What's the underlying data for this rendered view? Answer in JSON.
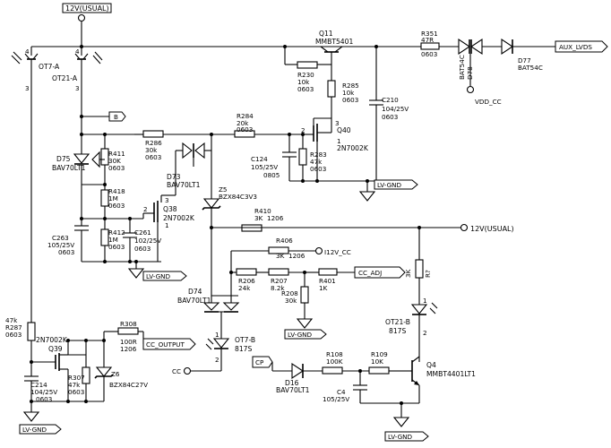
{
  "nets": {
    "top_12v": "12V(USUAL)",
    "right_12v": "12V(USUAL)",
    "aux_lvds": "AUX_LVDS",
    "vdd_cc": "VDD_CC",
    "b": "B",
    "lv_gnd_q40": "LV-GND",
    "lv_gnd_q38": "LV-GND",
    "lv_gnd_r208": "LV-GND",
    "lv_gnd_bottom_left": "LV-GND",
    "lv_gnd_bottom_right": "LV-GND",
    "i12v_cc": "I12V_CC",
    "cc_adj": "CC_ADJ",
    "cc_output": "CC_OUTPUT",
    "cc": "CC",
    "cp": "CP"
  },
  "components": {
    "ot7a": {
      "ref": "OT7-A",
      "pin_c": "4",
      "pin_e": "3"
    },
    "ot21a": {
      "ref": "OT21-A",
      "pin_c": "4",
      "pin_e": "3"
    },
    "q11": {
      "ref": "Q11",
      "value": "MMBT5401"
    },
    "r230": {
      "ref": "R230",
      "value": "10k",
      "pkg": "0603"
    },
    "r285": {
      "ref": "R285",
      "value": "10k",
      "pkg": "0603"
    },
    "c210": {
      "ref": "C210",
      "value": "104/25V",
      "pkg": "0603"
    },
    "r351": {
      "ref": "R351",
      "value": "47R",
      "pkg": "0603"
    },
    "d78": {
      "ref": "D78",
      "value": "BAT54C"
    },
    "d77": {
      "ref": "D77",
      "value": "BAT54C"
    },
    "r284": {
      "ref": "R284",
      "value": "20k",
      "pkg": "0603"
    },
    "q40": {
      "ref": "Q40",
      "value": "2N7002K",
      "pin_g": "2",
      "pin_d": "3",
      "pin_s": "1"
    },
    "c124": {
      "ref": "C124",
      "value": "105/25V",
      "pkg": "0805"
    },
    "r283": {
      "ref": "R283",
      "value": "47k",
      "pkg": "0603"
    },
    "d75": {
      "ref": "D75",
      "value": "BAV70LT1"
    },
    "r411": {
      "ref": "R411",
      "value": "30K",
      "pkg": "0603"
    },
    "r286": {
      "ref": "R286",
      "value": "30k",
      "pkg": "0603"
    },
    "d73": {
      "ref": "D73",
      "value": "BAV70LT1"
    },
    "z5": {
      "ref": "Z5",
      "value": "BZX84C3V3"
    },
    "r418": {
      "ref": "R418",
      "value": "1M",
      "pkg": "0603"
    },
    "q38": {
      "ref": "Q38",
      "value": "2N7002K",
      "pin_g": "2",
      "pin_d": "3",
      "pin_s": "1"
    },
    "c263": {
      "ref": "C263",
      "value": "105/25V",
      "pkg": "0603"
    },
    "r412": {
      "ref": "R412",
      "value": "1M",
      "pkg": "0603"
    },
    "c261": {
      "ref": "C261",
      "value": "102/25V",
      "pkg": "0603"
    },
    "r410": {
      "ref": "R410",
      "value": "3K",
      "pkg": "1206"
    },
    "r406": {
      "ref": "R406",
      "value": "3K",
      "pkg": "1206"
    },
    "r206": {
      "ref": "R206",
      "value": "24k"
    },
    "r207": {
      "ref": "R207",
      "value": "8.2k"
    },
    "r401": {
      "ref": "R401",
      "value": "1K"
    },
    "r208": {
      "ref": "R208",
      "value": "30k"
    },
    "r?": {
      "ref": "R?",
      "value": "3K"
    },
    "d74": {
      "ref": "D74",
      "value": "BAV70LT1"
    },
    "ot7b": {
      "ref": "OT7-B",
      "value": "817S",
      "pin_a": "1",
      "pin_k": "2"
    },
    "ot21b": {
      "ref": "OT21-B",
      "value": "817S",
      "pin_a": "1",
      "pin_k": "2"
    },
    "r287": {
      "ref": "R287",
      "value": "47k",
      "pkg": "0603"
    },
    "q39": {
      "ref": "Q39",
      "value": "2N7002K"
    },
    "r308": {
      "ref": "R308",
      "value": "100R",
      "pkg": "1206"
    },
    "r307": {
      "ref": "R307",
      "value": "47k",
      "pkg": "0603"
    },
    "z6": {
      "ref": "Z6",
      "value": "BZX84C27V"
    },
    "c214": {
      "ref": "C214",
      "value": "104/25V",
      "pkg": "0603"
    },
    "d16": {
      "ref": "D16",
      "value": "BAV70LT1"
    },
    "r108": {
      "ref": "R108",
      "value": "100K"
    },
    "r109": {
      "ref": "R109",
      "value": "10K"
    },
    "c4": {
      "ref": "C4",
      "value": "105/25V"
    },
    "q4": {
      "ref": "Q4",
      "value": "MMBT4401LT1"
    }
  },
  "pins": {
    "p1": "1",
    "p2": "2",
    "p3": "3",
    "p4": "4"
  }
}
